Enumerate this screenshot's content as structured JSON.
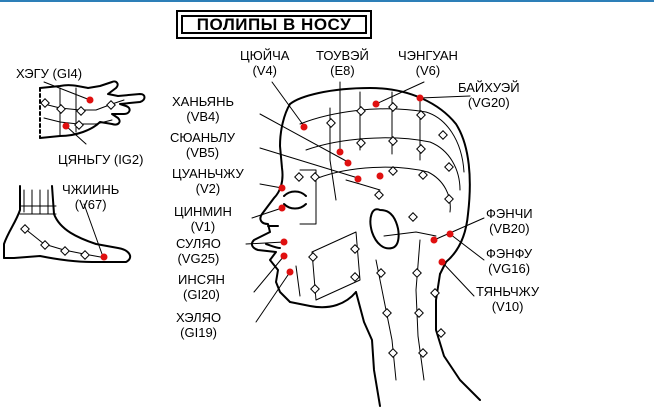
{
  "title": "ПОЛИПЫ В НОСУ",
  "points": [
    {
      "name": "ХЭГУ",
      "code": "(GI4)"
    },
    {
      "name": "ЦЯНЬГУ",
      "code": "(IG2)"
    },
    {
      "name": "ЧЖИИНЬ",
      "code": "(V67)"
    },
    {
      "name": "ЦЮЙЧА",
      "code": "(V4)"
    },
    {
      "name": "ТОУВЭЙ",
      "code": "(E8)"
    },
    {
      "name": "ЧЭНГУАН",
      "code": "(V6)"
    },
    {
      "name": "БАЙХУЭЙ",
      "code": "(VG20)"
    },
    {
      "name": "ХАНЬЯНЬ",
      "code": "(VB4)"
    },
    {
      "name": "СЮАНЬЛУ",
      "code": "(VB5)"
    },
    {
      "name": "ЦУАНЬЧЖУ",
      "code": "(V2)"
    },
    {
      "name": "ЦИНМИН",
      "code": "(V1)"
    },
    {
      "name": "СУЛЯО",
      "code": "(VG25)"
    },
    {
      "name": "ИНСЯН",
      "code": "(GI20)"
    },
    {
      "name": "ХЭЛЯО",
      "code": "(GI19)"
    },
    {
      "name": "ФЭНЧИ",
      "code": "(VB20)"
    },
    {
      "name": "ФЭНФУ",
      "code": "(VG16)"
    },
    {
      "name": "ТЯНЬЧЖУ",
      "code": "(V10)"
    }
  ],
  "colors": {
    "point": "#e01010",
    "line": "#000000",
    "accent": "#2d7fb8"
  }
}
